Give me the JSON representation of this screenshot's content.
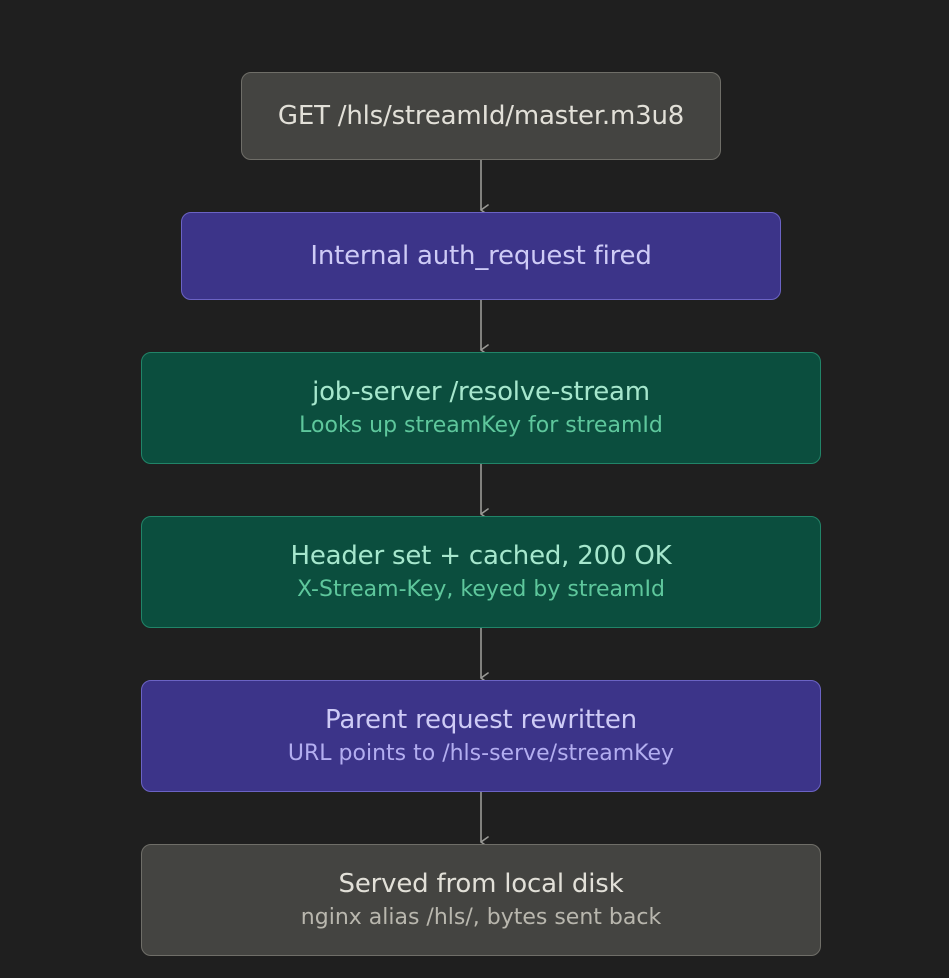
{
  "steps": [
    {
      "title": "GET /hls/streamId/master.m3u8",
      "subtitle": "",
      "color": "gray"
    },
    {
      "title": "Internal auth_request fired",
      "subtitle": "",
      "color": "purple"
    },
    {
      "title": "job-server /resolve-stream",
      "subtitle": "Looks up streamKey for streamId",
      "color": "green"
    },
    {
      "title": "Header set + cached, 200 OK",
      "subtitle": "X-Stream-Key, keyed by streamId",
      "color": "green"
    },
    {
      "title": "Parent request rewritten",
      "subtitle": "URL points to /hls-serve/streamKey",
      "color": "purple"
    },
    {
      "title": "Served from local disk",
      "subtitle": "nginx alias /hls/, bytes sent back",
      "color": "gray"
    }
  ],
  "colors": {
    "background": "#1f1f1f",
    "gray_fill": "#444441",
    "purple_fill": "#3c3489",
    "green_fill": "#0b4e3e",
    "arrow": "#9a9a96"
  }
}
